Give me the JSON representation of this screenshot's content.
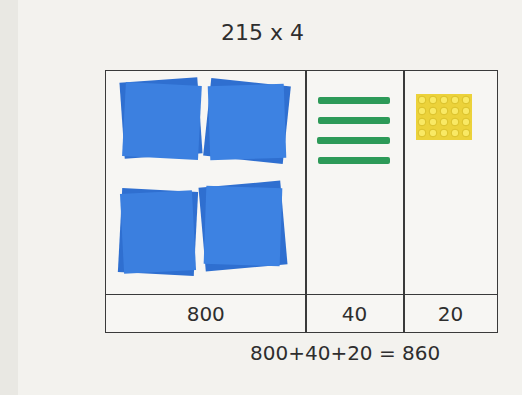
{
  "diagram": {
    "title": "215 x 4",
    "nodes": [
      {
        "text": [
          "800"
        ]
      },
      {
        "text": [
          "40"
        ]
      },
      {
        "text": [
          "20"
        ]
      }
    ],
    "labels": [
      "800+40+20 = 860"
    ]
  }
}
